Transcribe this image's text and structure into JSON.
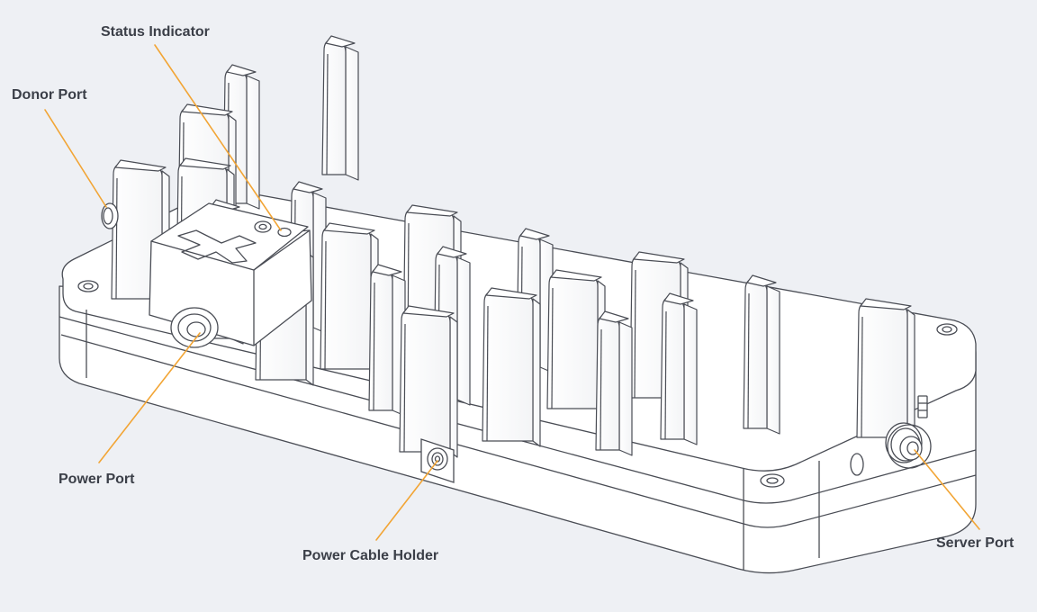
{
  "colors": {
    "background": "#eef0f4",
    "device_fill": "#ffffff",
    "device_stroke": "#4a4d55",
    "leader_line": "#f2a535",
    "label_text": "#3b3f48"
  },
  "callouts": {
    "status_indicator": {
      "label": "Status Indicator"
    },
    "donor_port": {
      "label": "Donor Port"
    },
    "power_port": {
      "label": "Power Port"
    },
    "power_cable_holder": {
      "label": "Power Cable Holder"
    },
    "server_port": {
      "label": "Server Port"
    }
  },
  "logo": {
    "icon": "brand-x-logo"
  }
}
